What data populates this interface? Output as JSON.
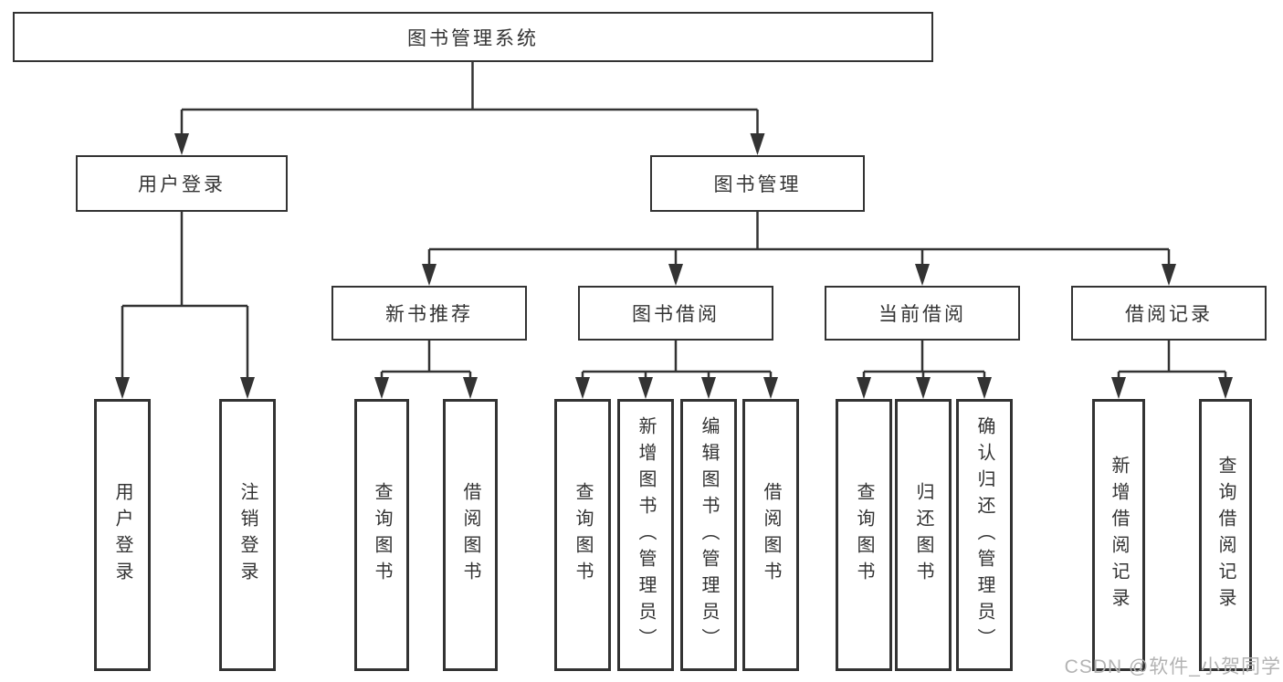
{
  "diagram": {
    "title": "图书管理系统",
    "tree": {
      "root": {
        "label": "图书管理系统",
        "children": [
          {
            "label": "用户登录",
            "children": [
              {
                "label": "用户登录"
              },
              {
                "label": "注销登录"
              }
            ]
          },
          {
            "label": "图书管理",
            "children": [
              {
                "label": "新书推荐",
                "children": [
                  {
                    "label": "查询图书"
                  },
                  {
                    "label": "借阅图书"
                  }
                ]
              },
              {
                "label": "图书借阅",
                "children": [
                  {
                    "label": "查询图书"
                  },
                  {
                    "label": "新增图书（管理员）"
                  },
                  {
                    "label": "编辑图书（管理员）"
                  },
                  {
                    "label": "借阅图书"
                  }
                ]
              },
              {
                "label": "当前借阅",
                "children": [
                  {
                    "label": "查询图书"
                  },
                  {
                    "label": "归还图书"
                  },
                  {
                    "label": "确认归还（管理员）"
                  }
                ]
              },
              {
                "label": "借阅记录",
                "children": [
                  {
                    "label": "新增借阅记录"
                  },
                  {
                    "label": "查询借阅记录"
                  }
                ]
              }
            ]
          }
        ]
      }
    },
    "watermark": "CSDN @软件_小贺同学",
    "colors": {
      "line": "#333333",
      "box_border": "#333333",
      "text": "#333333",
      "watermark": "#b3b3b3",
      "background": "#ffffff"
    }
  }
}
